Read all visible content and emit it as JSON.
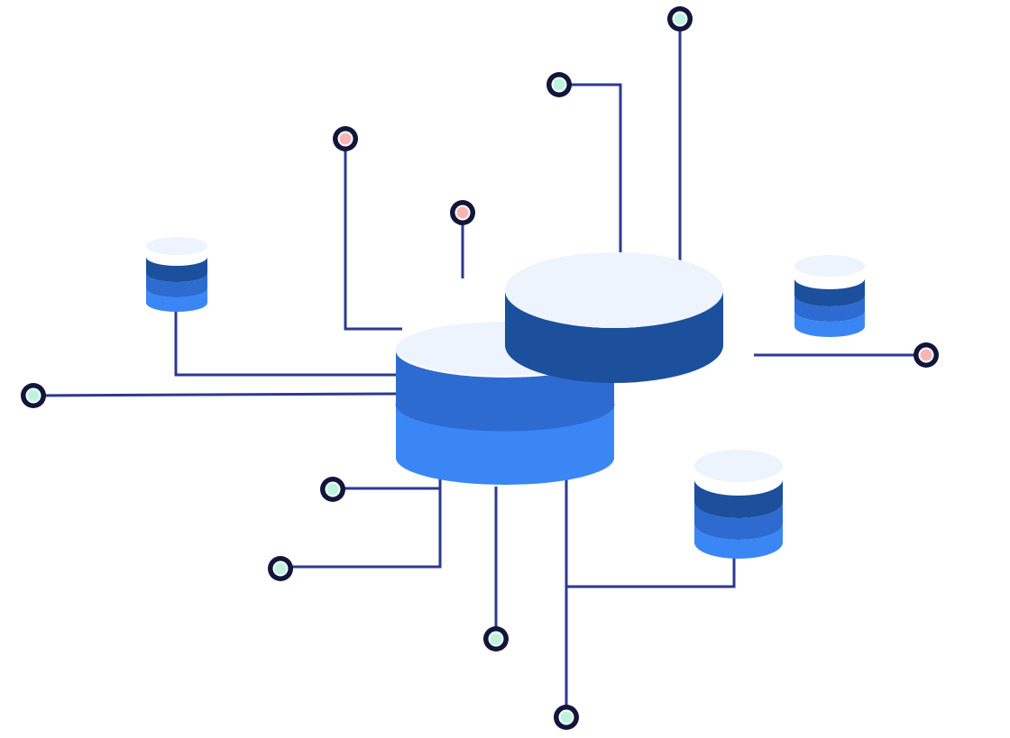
{
  "colors": {
    "background": "#ffffff",
    "wire": "#2b3a8f",
    "node_ring": "#12163a",
    "node_fill_mint": "#bdf3e0",
    "node_fill_pink": "#f8b5b3",
    "disk_top": "#eef4fd",
    "disk_dark": "#1c4f9c",
    "disk_mid": "#2d6bd1",
    "disk_light": "#3b86f5"
  },
  "connection_nodes": [
    {
      "id": "node-top-right",
      "fill": "mint"
    },
    {
      "id": "node-upper-center",
      "fill": "mint"
    },
    {
      "id": "node-upper-left",
      "fill": "pink"
    },
    {
      "id": "node-center-short",
      "fill": "pink"
    },
    {
      "id": "node-right",
      "fill": "pink"
    },
    {
      "id": "node-far-left",
      "fill": "mint"
    },
    {
      "id": "node-lower-left-1",
      "fill": "mint"
    },
    {
      "id": "node-lower-left-2",
      "fill": "mint"
    },
    {
      "id": "node-bottom-center",
      "fill": "mint"
    },
    {
      "id": "node-bottom",
      "fill": "mint"
    }
  ],
  "storage_units": [
    {
      "id": "main-database-stack",
      "layers": 3
    },
    {
      "id": "top-database-disk",
      "layers": 1
    },
    {
      "id": "small-database-left",
      "layers": 3
    },
    {
      "id": "small-database-right",
      "layers": 3
    },
    {
      "id": "small-database-bottom-right",
      "layers": 3
    }
  ]
}
